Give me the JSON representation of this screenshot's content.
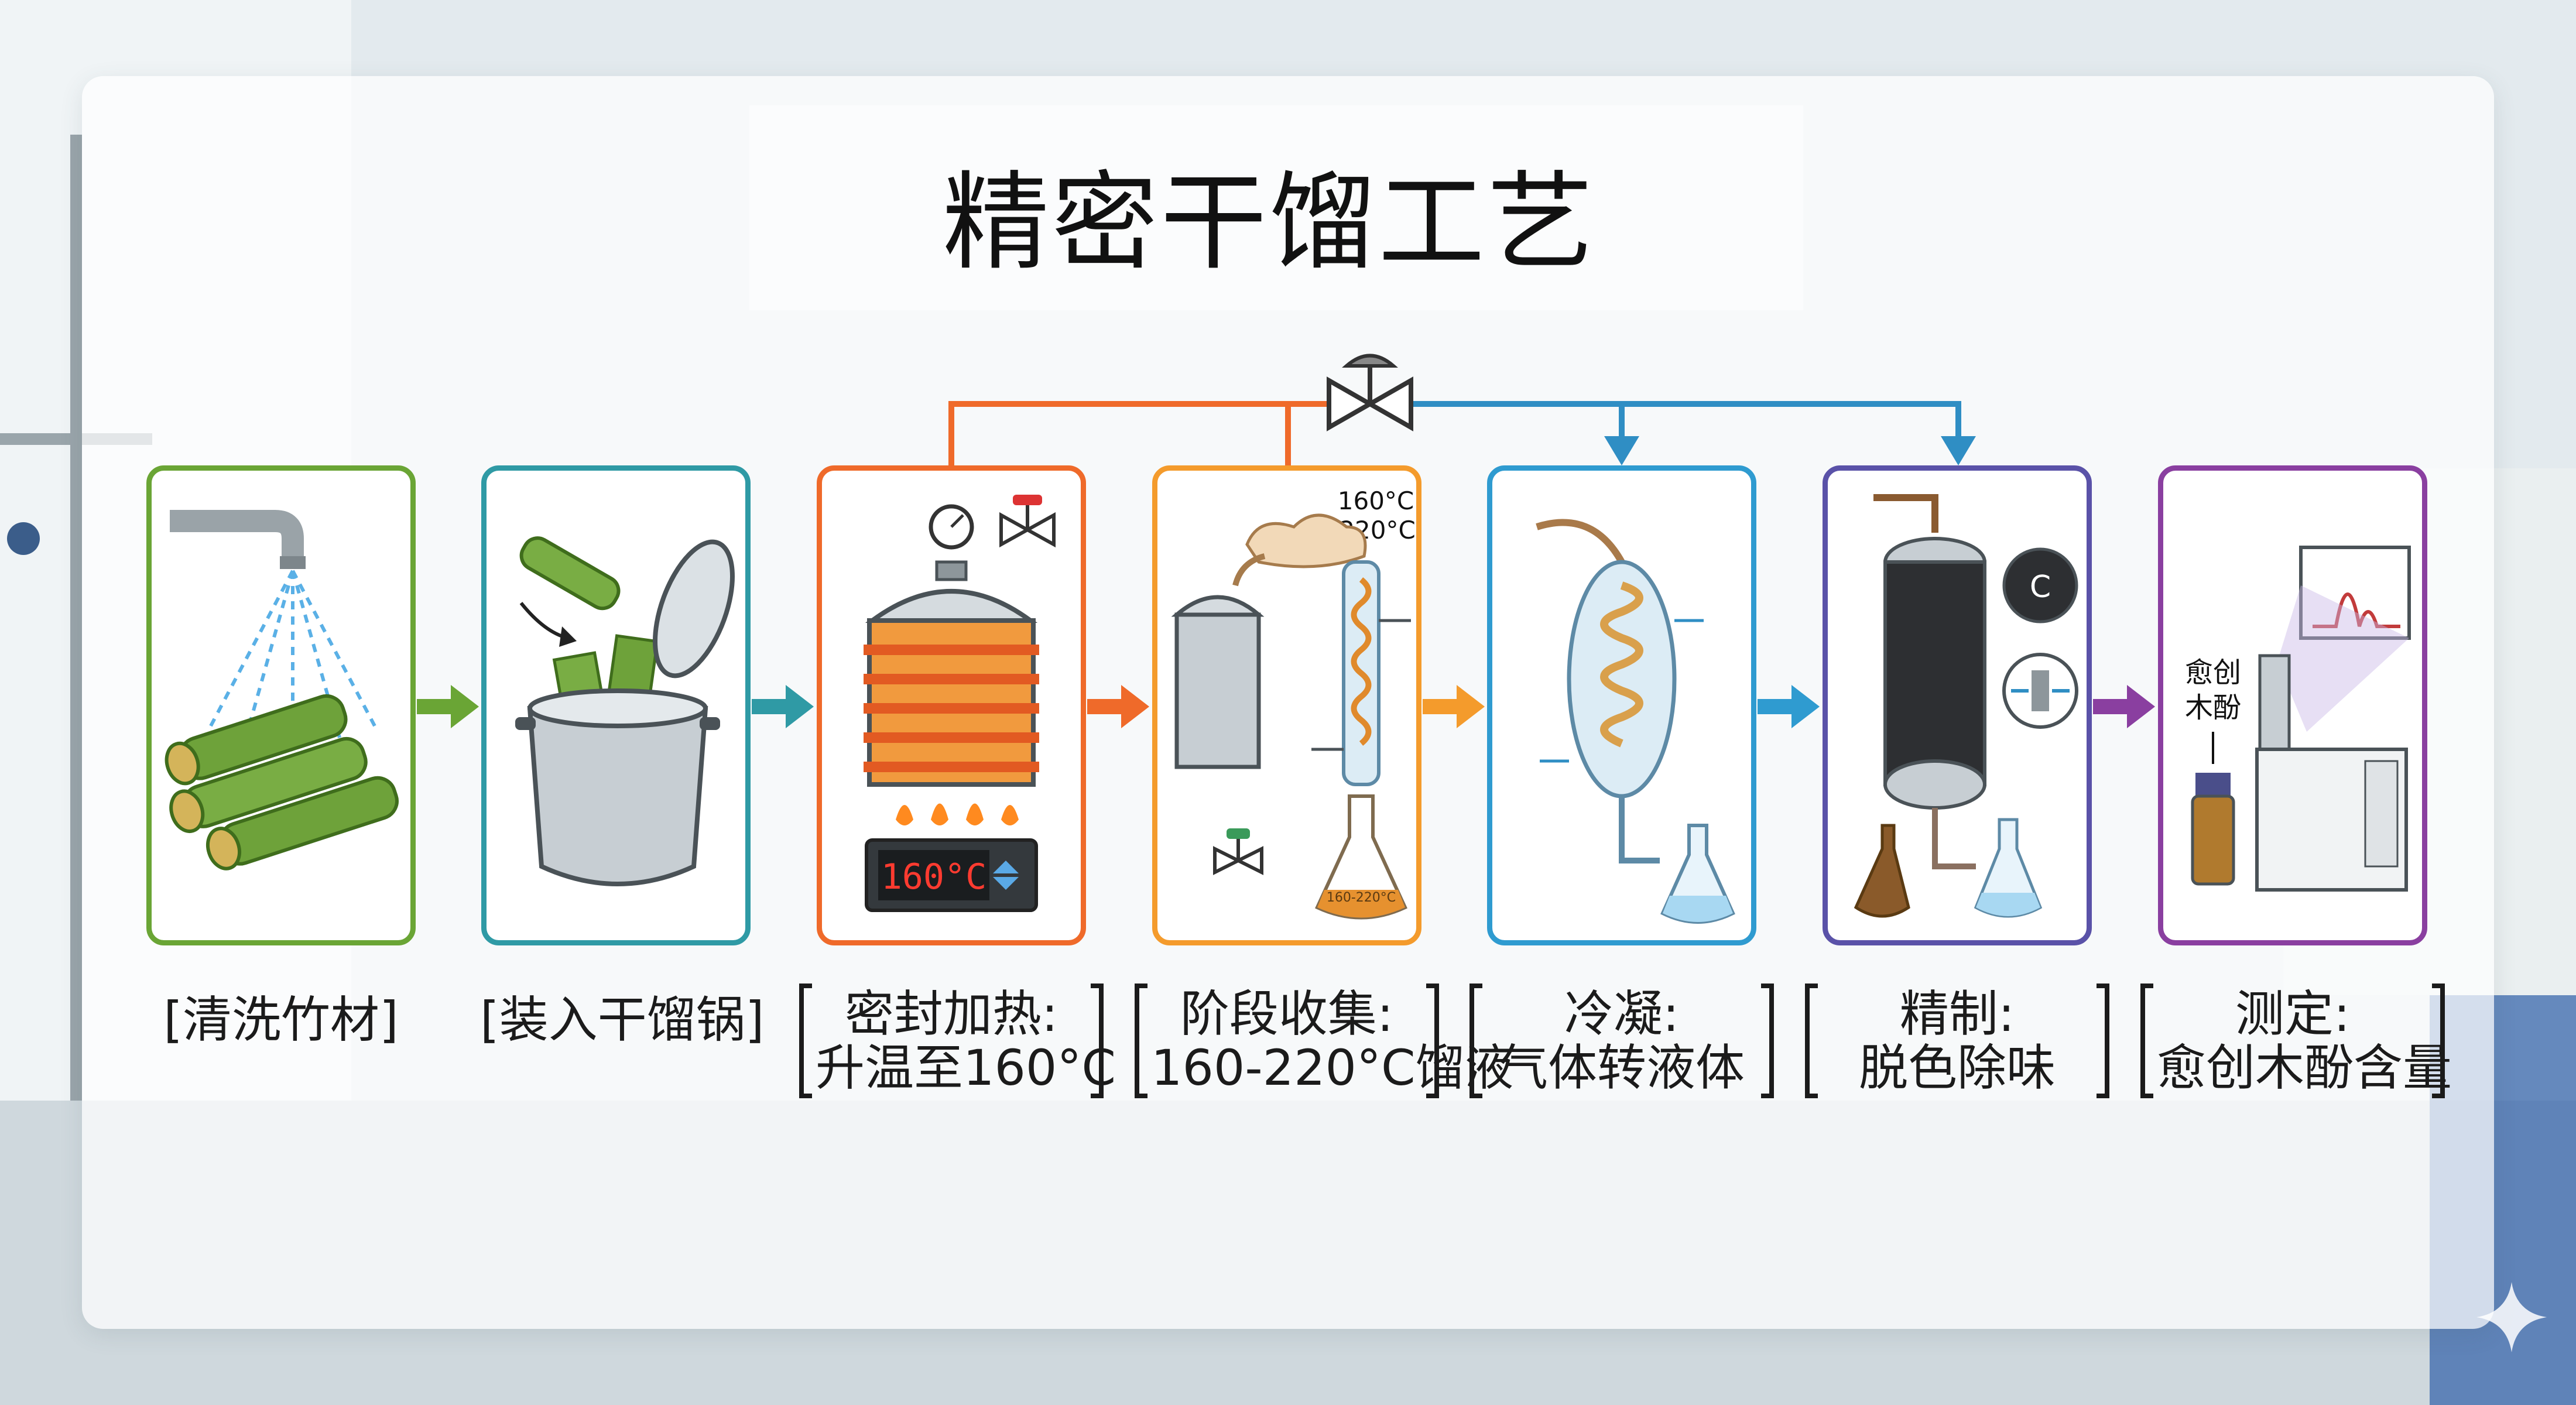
{
  "title": "精密干馏工艺",
  "steps": [
    {
      "caption": [
        "[清洗竹材]"
      ],
      "color": "#6aa535"
    },
    {
      "caption": [
        "[装入干馏锅]"
      ],
      "color": "#2f9aa5"
    },
    {
      "caption": [
        "密封加热:",
        "升温至160°C"
      ],
      "color": "#ef6a2a"
    },
    {
      "caption": [
        "阶段收集:",
        "160-220°C馏液"
      ],
      "color": "#f49b2c"
    },
    {
      "caption": [
        "冷凝:",
        "气体转液体"
      ],
      "color": "#2f9bd0"
    },
    {
      "caption": [
        "精制:",
        "脱色除味"
      ],
      "color": "#5a52a8"
    },
    {
      "caption": [
        "测定:",
        "愈创木酚含量"
      ],
      "color": "#8a3fa0"
    }
  ],
  "labels": {
    "heater_display": "160°C",
    "temp_range_top": "160°C",
    "temp_range_bottom": "-220°C",
    "flask_label": "160-220°C",
    "carbon_symbol": "C",
    "sample_label_1": "愈创",
    "sample_label_2": "木酚"
  },
  "icons": [
    "faucet-icon",
    "bamboo-icon",
    "pot-icon",
    "lid-icon",
    "gauge-icon",
    "valve-icon",
    "pressure-cooker-icon",
    "coil-heater-icon",
    "flame-icon",
    "temperature-display-icon",
    "condenser-icon",
    "flask-icon",
    "carbon-filter-icon",
    "activated-carbon-icon",
    "filter-icon",
    "chromatograph-icon",
    "vial-icon"
  ]
}
